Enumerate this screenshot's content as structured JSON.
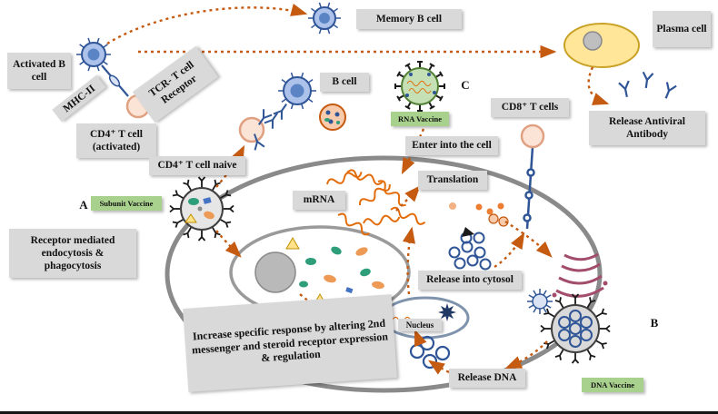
{
  "labels": {
    "activated_b_cell": "Activated B cell",
    "memory_b_cell": "Memory B cell",
    "plasma_cell": "Plasma cell",
    "mhc_ii": "MHC-II",
    "tcr": "TCR- T cell Receptor",
    "cd4_activated": "CD4⁺ T cell (activated)",
    "cd4_naive": "CD4⁺ T cell naive",
    "b_cell": "B cell",
    "rna_vaccine": "RNA Vaccine",
    "cd8_t_cells": "CD8⁺ T cells",
    "enter_into_cell": "Enter into the cell",
    "release_antiviral_antibody": "Release Antiviral Antibody",
    "mrna": "mRNA",
    "translation": "Translation",
    "subunit_vaccine": "Subunit Vaccine",
    "receptor_endocytosis": "Receptor mediated endocytosis & phagocytosis",
    "release_into_cytosol": "Release into cytosol",
    "increase_response": "Increase specific response by altering 2nd messenger and steroid receptor expression & regulation",
    "nucleus": "Nucleus",
    "release_dna": "Release DNA",
    "dna_vaccine": "DNA Vaccine"
  },
  "markers": {
    "a": "A",
    "b": "B",
    "c": "C"
  },
  "colors": {
    "label_bg": "#d9d9d9",
    "vaccine_label_bg": "#a9d18e",
    "arrow_orange": "#c55a11",
    "cell_blue": "#2f5597",
    "membrane_gray": "#8a8a8a",
    "plasma_cell_fill": "#ffe699",
    "t_cell_fill": "#fbe3d5",
    "rna_particle_fill": "#c5e0b4"
  }
}
